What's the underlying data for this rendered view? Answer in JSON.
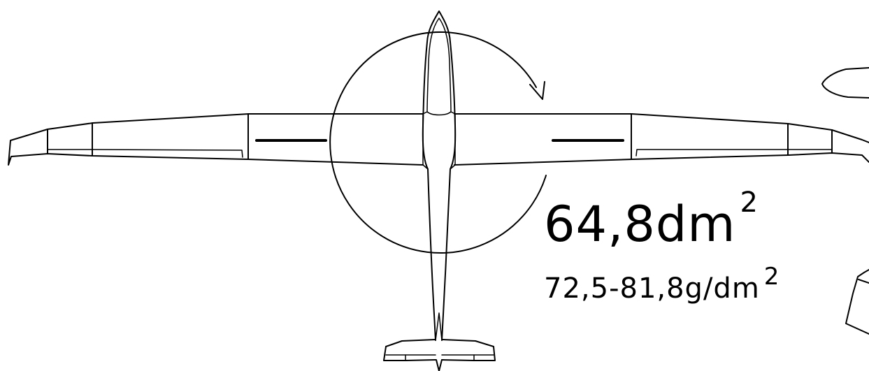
{
  "annotation": {
    "area_value": "64,8dm",
    "area_exponent": "2",
    "loading_value": "72,5-81,8g/dm",
    "loading_exponent": "2"
  },
  "colors": {
    "line": "#000000",
    "background": "#ffffff"
  }
}
